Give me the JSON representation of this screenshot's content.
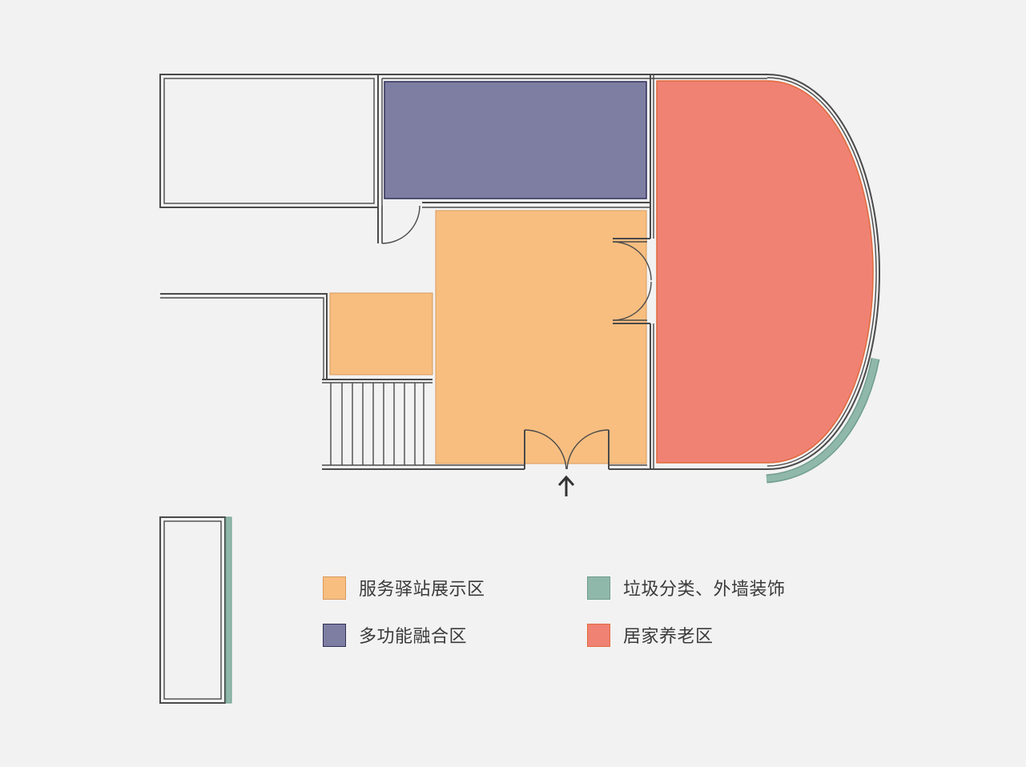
{
  "legend": [
    {
      "label": "服务驿站展示区",
      "fill": "#f7be80",
      "stroke": "#d99a5c"
    },
    {
      "label": "垃圾分类、外墙装饰",
      "fill": "#90b8aa",
      "stroke": "#6f9d8e"
    },
    {
      "label": "多功能融合区",
      "fill": "#7e7ea2",
      "stroke": "#2f2f5a"
    },
    {
      "label": "居家养老区",
      "fill": "#ef8273",
      "stroke": "#e26a3c"
    }
  ]
}
